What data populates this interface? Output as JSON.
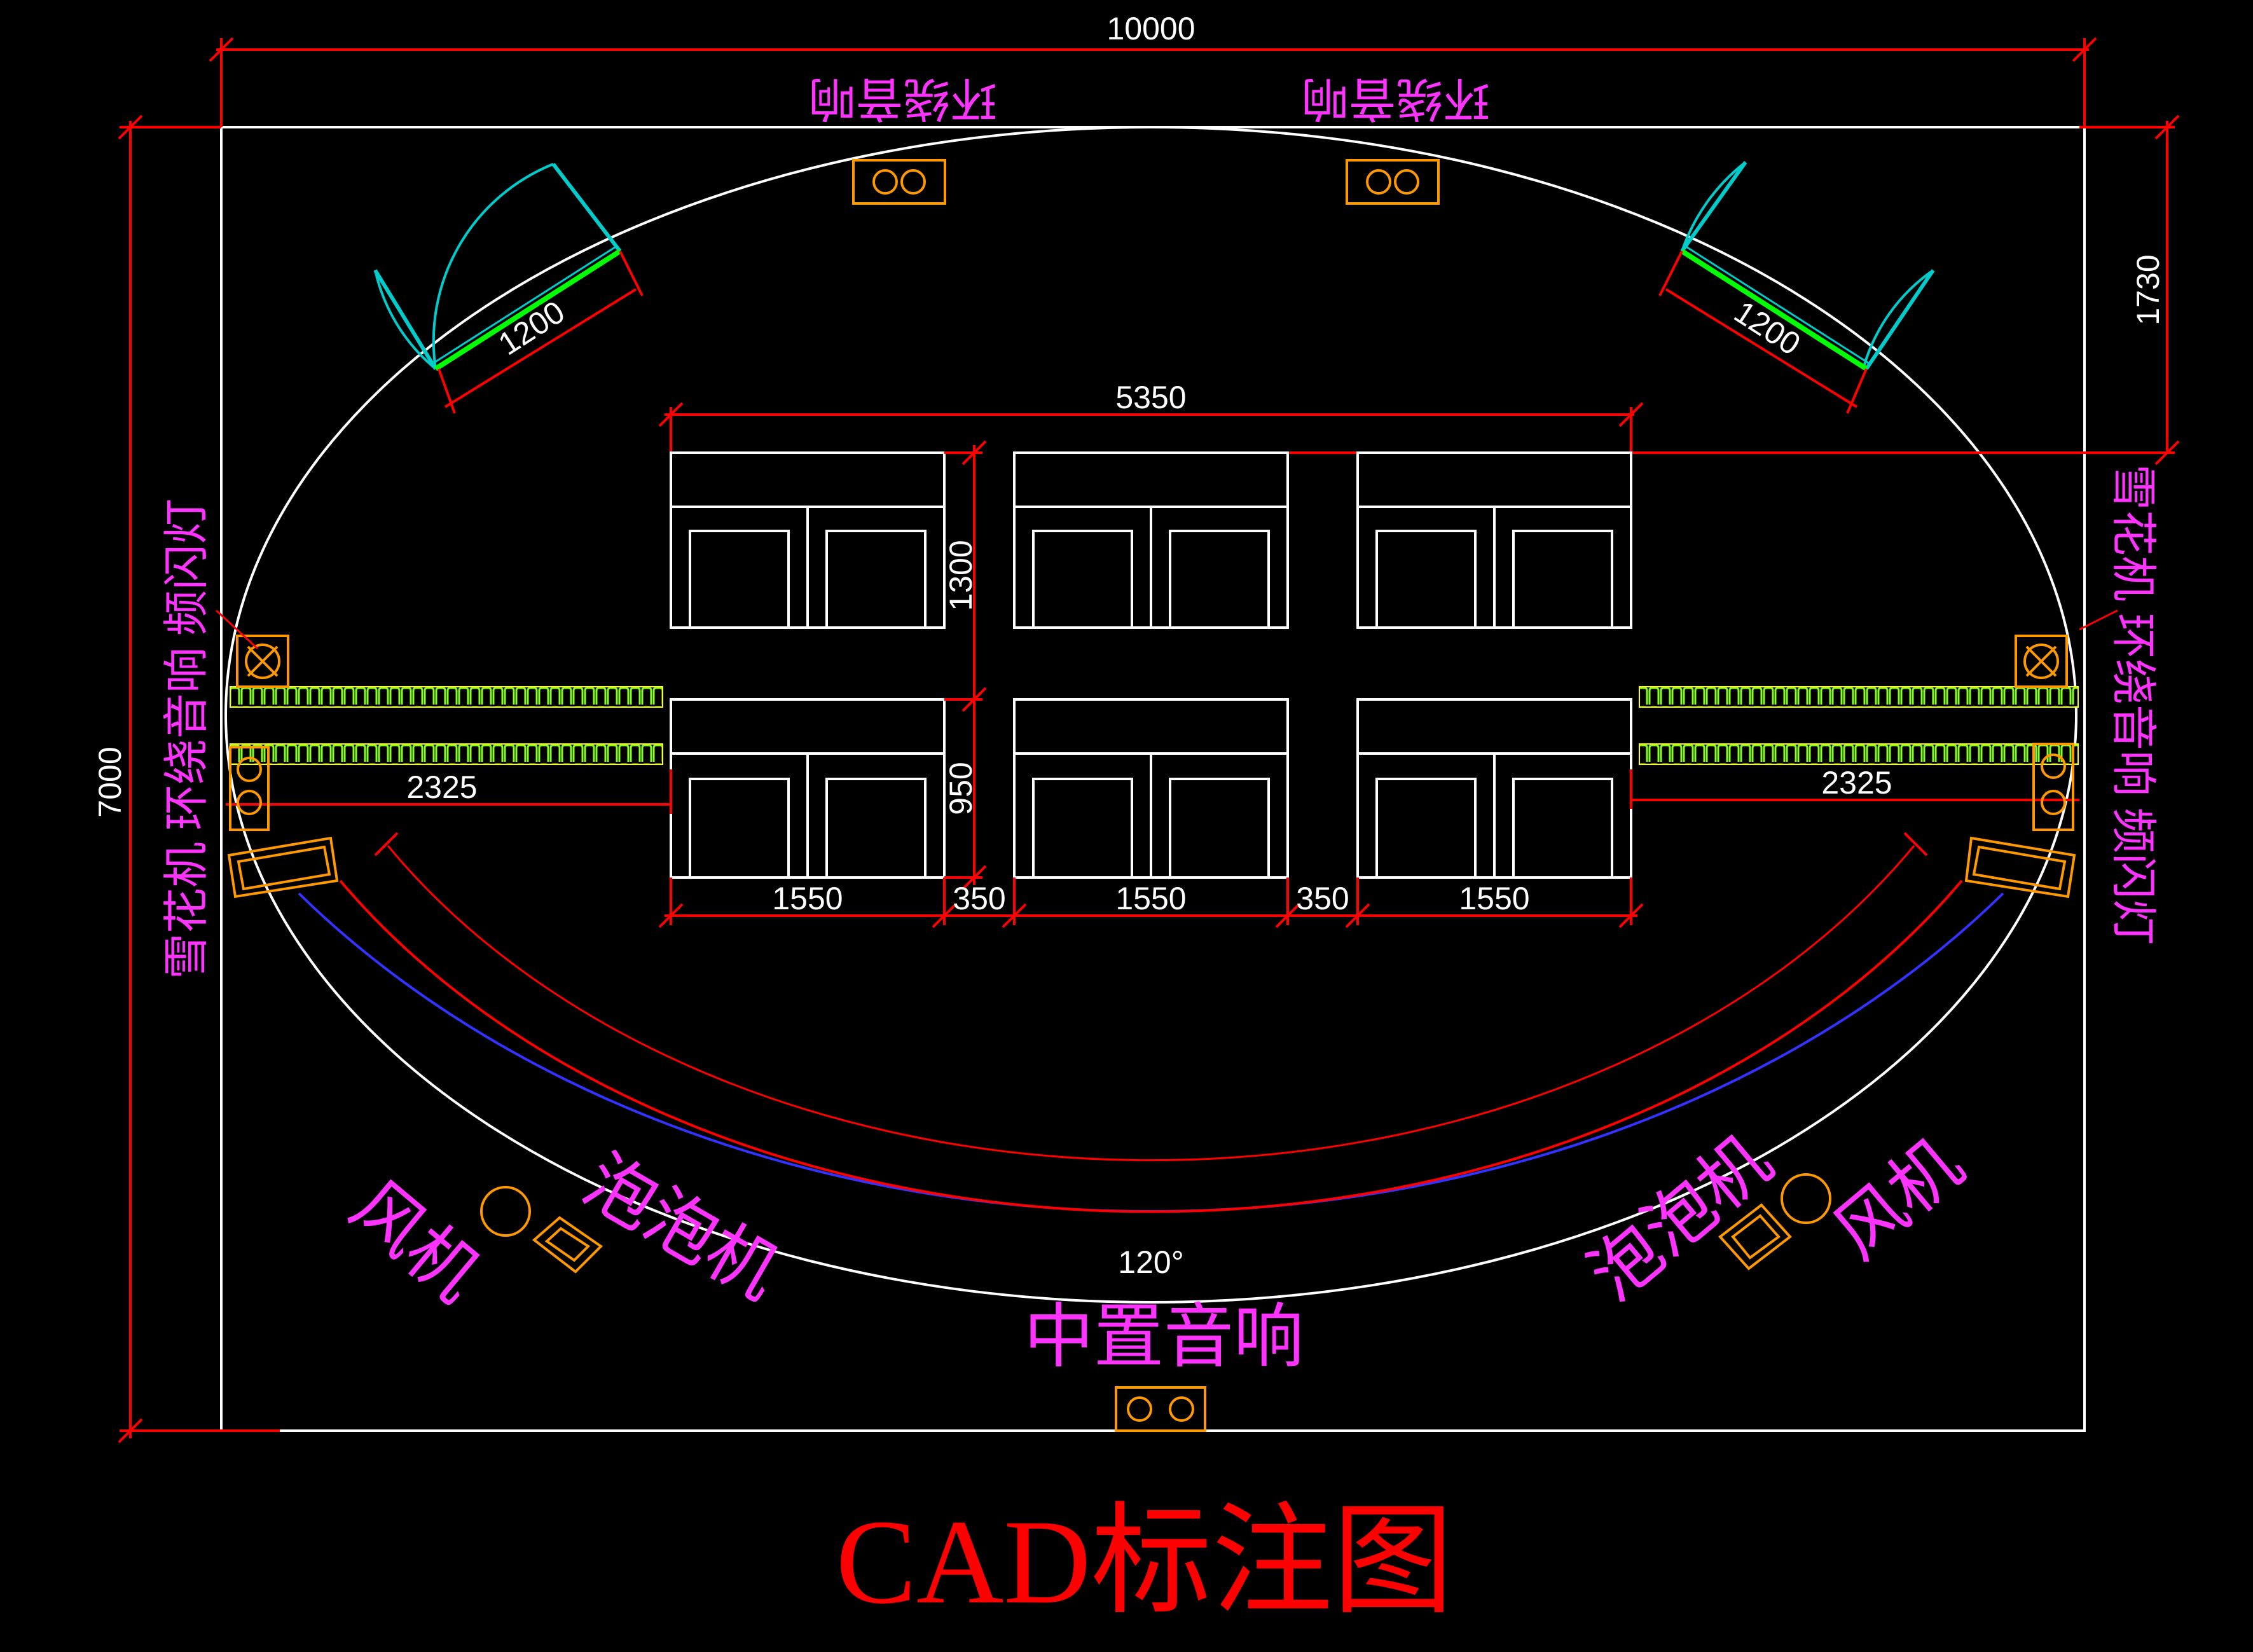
{
  "colors": {
    "background": "#000000",
    "outline": "#ffffff",
    "dimension": "#ff0000",
    "label": "#ff33ff",
    "door": "#00cccc",
    "hinge": "#00ff00",
    "device": "#ff9900",
    "stage": "#3333ff",
    "led_strip": "#88ff22"
  },
  "title": "CAD标注图",
  "dimensions": {
    "overall_width": "10000",
    "overall_height": "7000",
    "right_offset": "1730",
    "door_left": "1200",
    "door_right": "1200",
    "seat_block_width": "5350",
    "row_depth_top": "1300",
    "row_depth_bottom": "950",
    "side_left": "2325",
    "side_right": "2325",
    "seat_unit_1": "1550",
    "aisle_1": "350",
    "seat_unit_2": "1550",
    "aisle_2": "350",
    "seat_unit_3": "1550",
    "arc_angle": "120°"
  },
  "labels": {
    "surround_speaker": "环绕音响",
    "side_left_devices": "雪花机 环绕音响 频闪灯",
    "side_right_devices": "雪花机 环绕音响 频闪灯",
    "fan": "风机",
    "bubble_machine": "泡泡机",
    "center_speaker": "中置音响"
  }
}
